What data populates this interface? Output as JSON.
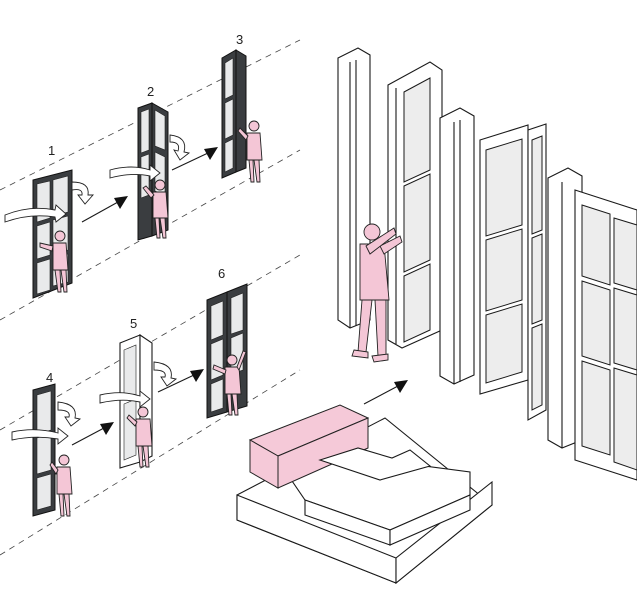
{
  "steps": [
    {
      "label": "1"
    },
    {
      "label": "2"
    },
    {
      "label": "3"
    },
    {
      "label": "4"
    },
    {
      "label": "5"
    },
    {
      "label": "6"
    }
  ],
  "colors": {
    "person_fill": "#f4c6d6",
    "frame": "#3a3d40",
    "highlight_block": "#f5c9d8",
    "ink": "#1a1a1a"
  }
}
